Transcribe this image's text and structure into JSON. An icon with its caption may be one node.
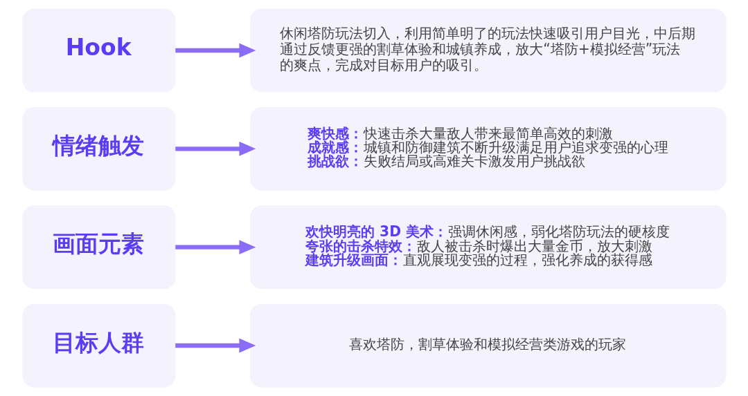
{
  "diagram": {
    "nodes": [
      {
        "text": [
          "Hook"
        ]
      },
      {
        "text": [
          "休闲塔防玩法切入，利用简单明了的玩法快速吸引用户目光，中后期通过反馈更强的割草体验和城镇养成，放大“塔防+模拟经营”玩法的爽点，完成对目标用户的吸引。"
        ]
      },
      {
        "text": [
          "情绪触发"
        ]
      },
      {
        "text": [
          "**爽快感：**快速击杀大量敌人带来最简单高效的刺激",
          "**成就感：**城镇和防御建筑不断升级满足用户追求变强的心理",
          "**挑战欲：**失败结局或高难关卡激发用户挑战欲"
        ]
      },
      {
        "text": [
          "画面元素"
        ]
      },
      {
        "text": [
          "**欢快明亮的 3D 美术：**强调休闲感，弱化塔防玩法的硬核度",
          "**夸张的击杀特效：**敌人被击杀时爆出大量金币，放大刺激",
          "**建筑升级画面：**直观展现变强的过程，强化养成的获得感"
        ]
      },
      {
        "text": [
          "目标人群"
        ]
      },
      {
        "text": [
          "喜欢塔防，割草体验和模拟经营类游戏的玩家"
        ]
      }
    ],
    "edges": [
      {
        "from": 0,
        "to": 1,
        "arrow": "to"
      },
      {
        "from": 2,
        "to": 3,
        "arrow": "to"
      },
      {
        "from": 4,
        "to": 5,
        "arrow": "to"
      },
      {
        "from": 6,
        "to": 7,
        "arrow": "to"
      }
    ]
  }
}
